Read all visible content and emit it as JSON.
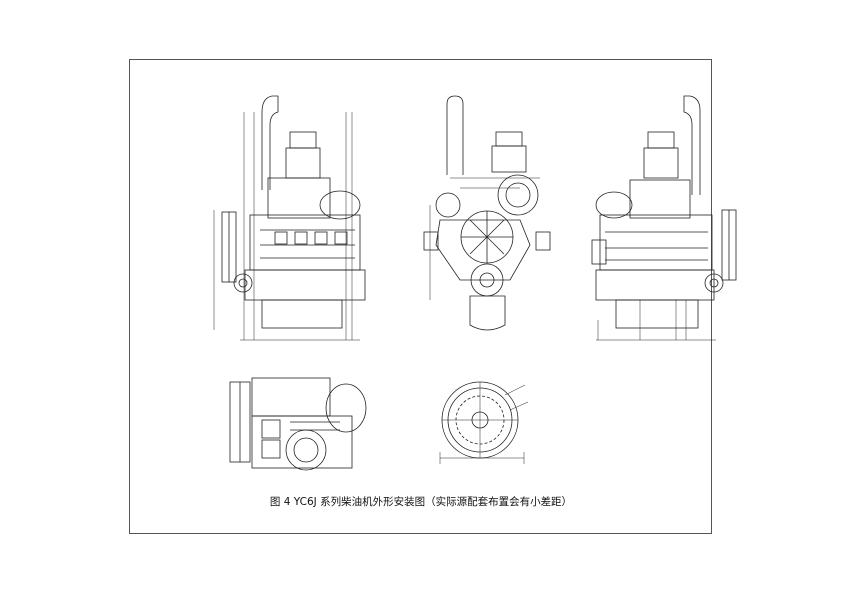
{
  "caption": "图 4 YC6J 系列柴油机外形安装图（实际源配套布置会有小差距）",
  "figure": {
    "views": [
      "side-view-left",
      "front-view",
      "side-view-right",
      "top-view",
      "rear-flywheel-view"
    ]
  }
}
